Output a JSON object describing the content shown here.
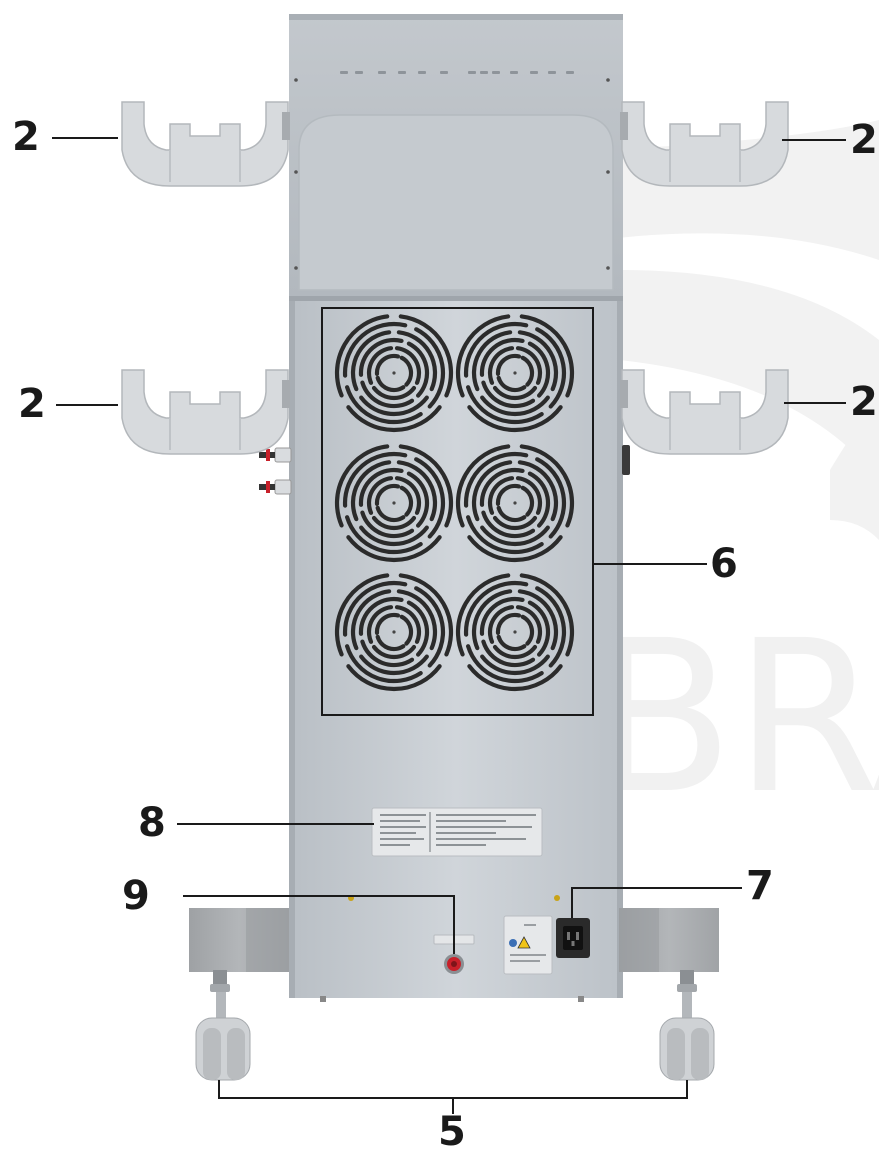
{
  "callouts": {
    "holder_top_left": "2",
    "holder_top_right": "2",
    "holder_mid_left": "2",
    "holder_mid_right": "2",
    "fan_panel": "6",
    "label_plate": "8",
    "power_inlet": "7",
    "button": "9",
    "casters": "5"
  },
  "watermark_text": "BRA",
  "colors": {
    "body": "#c9cfd5",
    "body_dark": "#aeb4ba",
    "holder": "#d7dadd",
    "base": "#a9acaf",
    "line": "#1a1a1a",
    "vent": "#2b2b2b",
    "accent_red": "#c8202a",
    "watermark": "#f1f1f1"
  }
}
